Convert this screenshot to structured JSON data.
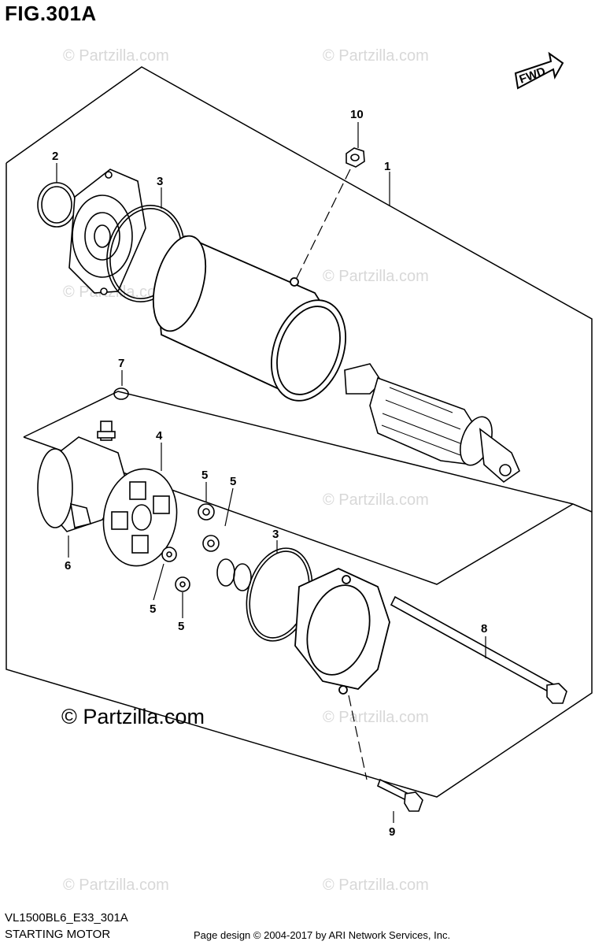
{
  "figure": {
    "title": "FIG.301A",
    "fwd_label": "FWD",
    "watermark": "© Partzilla.com",
    "copyright": "© Partzilla.com"
  },
  "footer": {
    "model_code": "VL1500BL6_E33_301A",
    "part_name": "STARTING MOTOR",
    "page_design": "Page design © 2004-2017 by ARI Network Services, Inc."
  },
  "callouts": [
    "1",
    "2",
    "3",
    "3",
    "4",
    "5",
    "5",
    "5",
    "5",
    "6",
    "7",
    "8",
    "9",
    "10"
  ],
  "colors": {
    "line": "#000000",
    "watermark": "#d8d8d8"
  }
}
